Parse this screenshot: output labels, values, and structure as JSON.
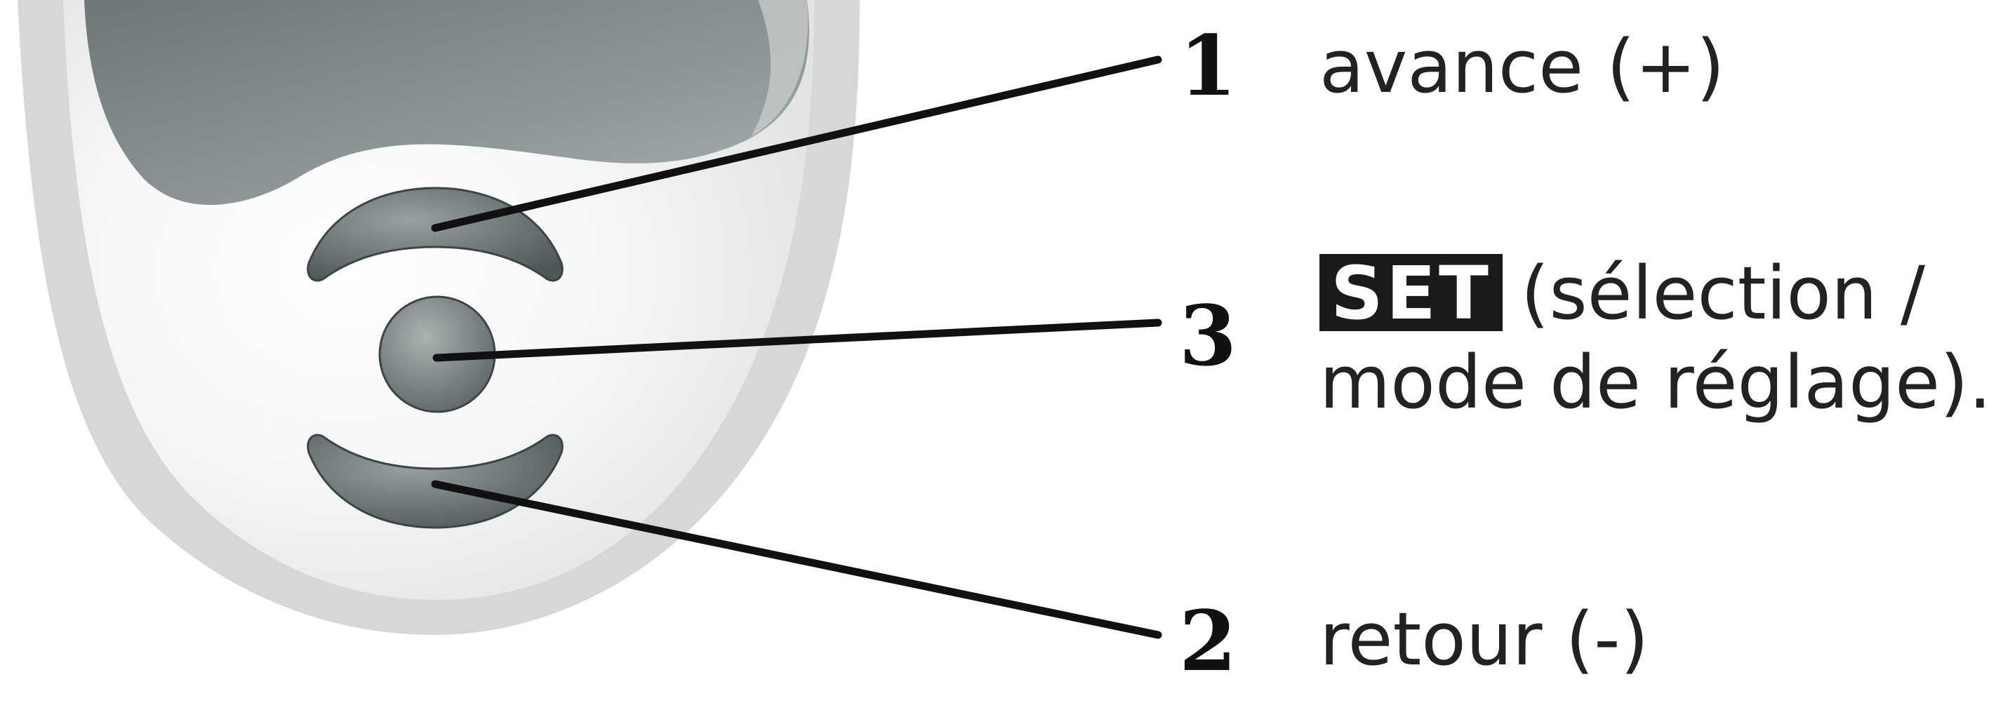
{
  "callouts": [
    {
      "number": "1",
      "text": "avance (+)"
    },
    {
      "number": "3",
      "badge": "SET",
      "line1": "(sélection /",
      "line2": "mode de réglage)."
    },
    {
      "number": "2",
      "text": "retour (-)"
    }
  ],
  "colors": {
    "shell_outer": "#d6d7d7",
    "shell_inner": "#f3f4f4",
    "screen": "#7f8789",
    "button_dark": "#5d6767",
    "leader_line": "#111111",
    "badge_bg": "#1a1a1a"
  },
  "icons": {
    "plus_button": "arc-button-up",
    "set_button": "round-button",
    "minus_button": "arc-button-down"
  }
}
